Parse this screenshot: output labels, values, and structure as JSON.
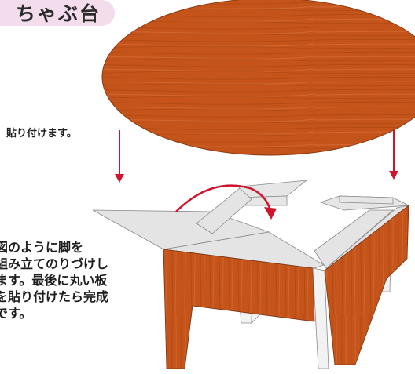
{
  "title": "ちゃぶ台",
  "note_top": "貼り付けます。",
  "note_bottom": [
    "図のように脚を",
    "組み立てのりづけし",
    "ます。最後に丸い板",
    "を貼り付けたら完成",
    "です。"
  ],
  "colors": {
    "wood": "#c4541a",
    "wood_dark": "#9e3d10",
    "wood_light": "#d86a2e",
    "panel": "#e4e4e4",
    "arrow": "#d0142c",
    "title_bg": "#f3dcec"
  },
  "icons": [
    "down-arrow-icon",
    "curved-arrow-icon"
  ]
}
